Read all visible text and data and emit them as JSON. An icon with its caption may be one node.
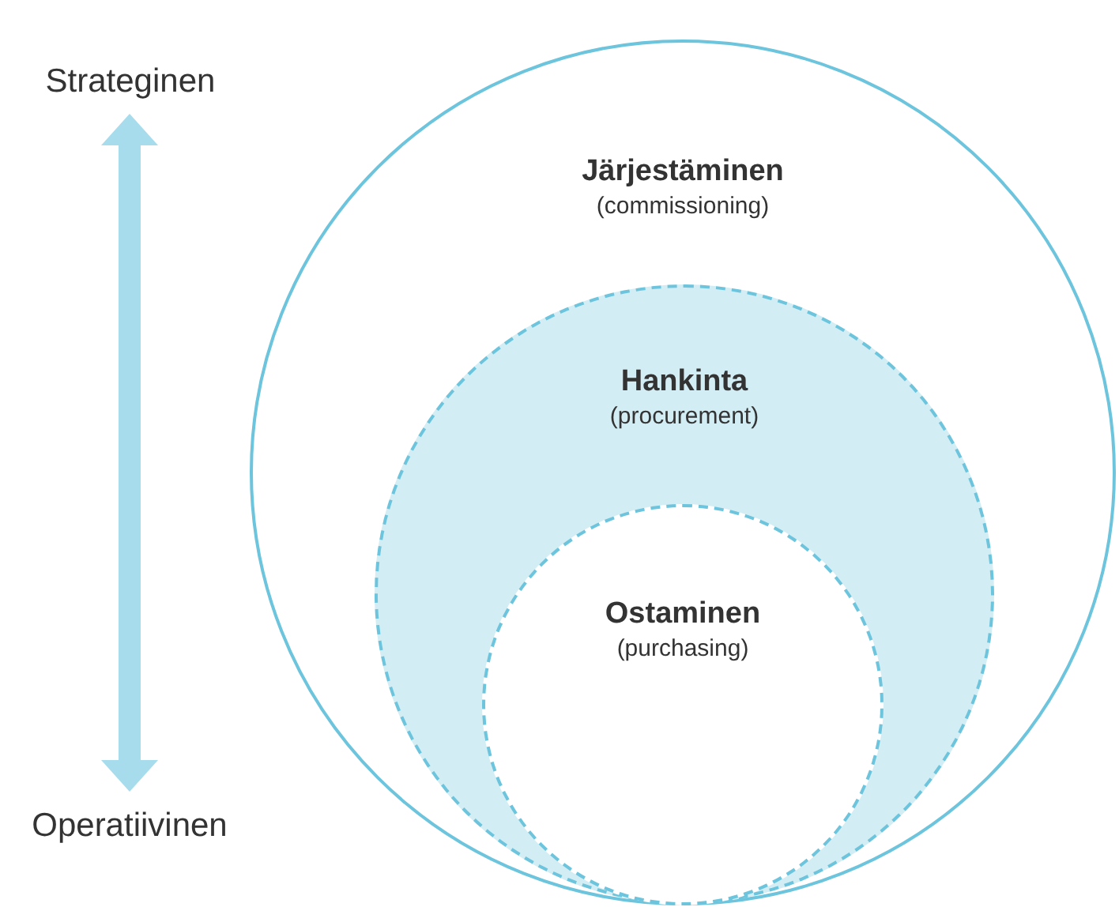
{
  "diagram": {
    "nodes": [
      {
        "text": [
          "Strateginen"
        ]
      },
      {
        "text": [
          "Operatiivinen"
        ]
      },
      {
        "text": [
          "Järjestäminen",
          "(commissioning)"
        ]
      },
      {
        "text": [
          "Hankinta",
          "(procurement)"
        ],
        "in": 2
      },
      {
        "text": [
          "Ostaminen",
          "(purchasing)"
        ],
        "in": 3
      }
    ],
    "edges": [
      {
        "from": 0,
        "to": 1,
        "arrow": "both"
      }
    ]
  }
}
